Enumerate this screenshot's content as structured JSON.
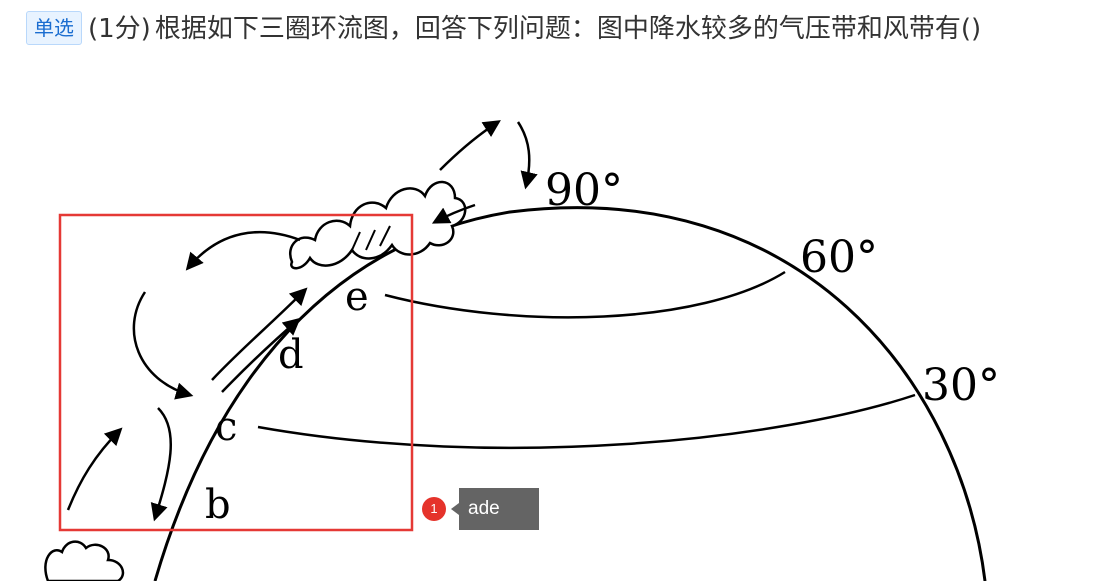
{
  "question": {
    "type_tag": "单选",
    "score": "(1分)",
    "text": "根据如下三圈环流图，回答下列问题：图中降水较多的气压带和风带有()"
  },
  "figure": {
    "latitudes": [
      "90°",
      "60°",
      "30°"
    ],
    "points": [
      "e",
      "d",
      "c",
      "b"
    ]
  },
  "annotation": {
    "marker_number": "1",
    "note_text": "ade",
    "box_color": "#e53935",
    "note_color": "#646464"
  }
}
